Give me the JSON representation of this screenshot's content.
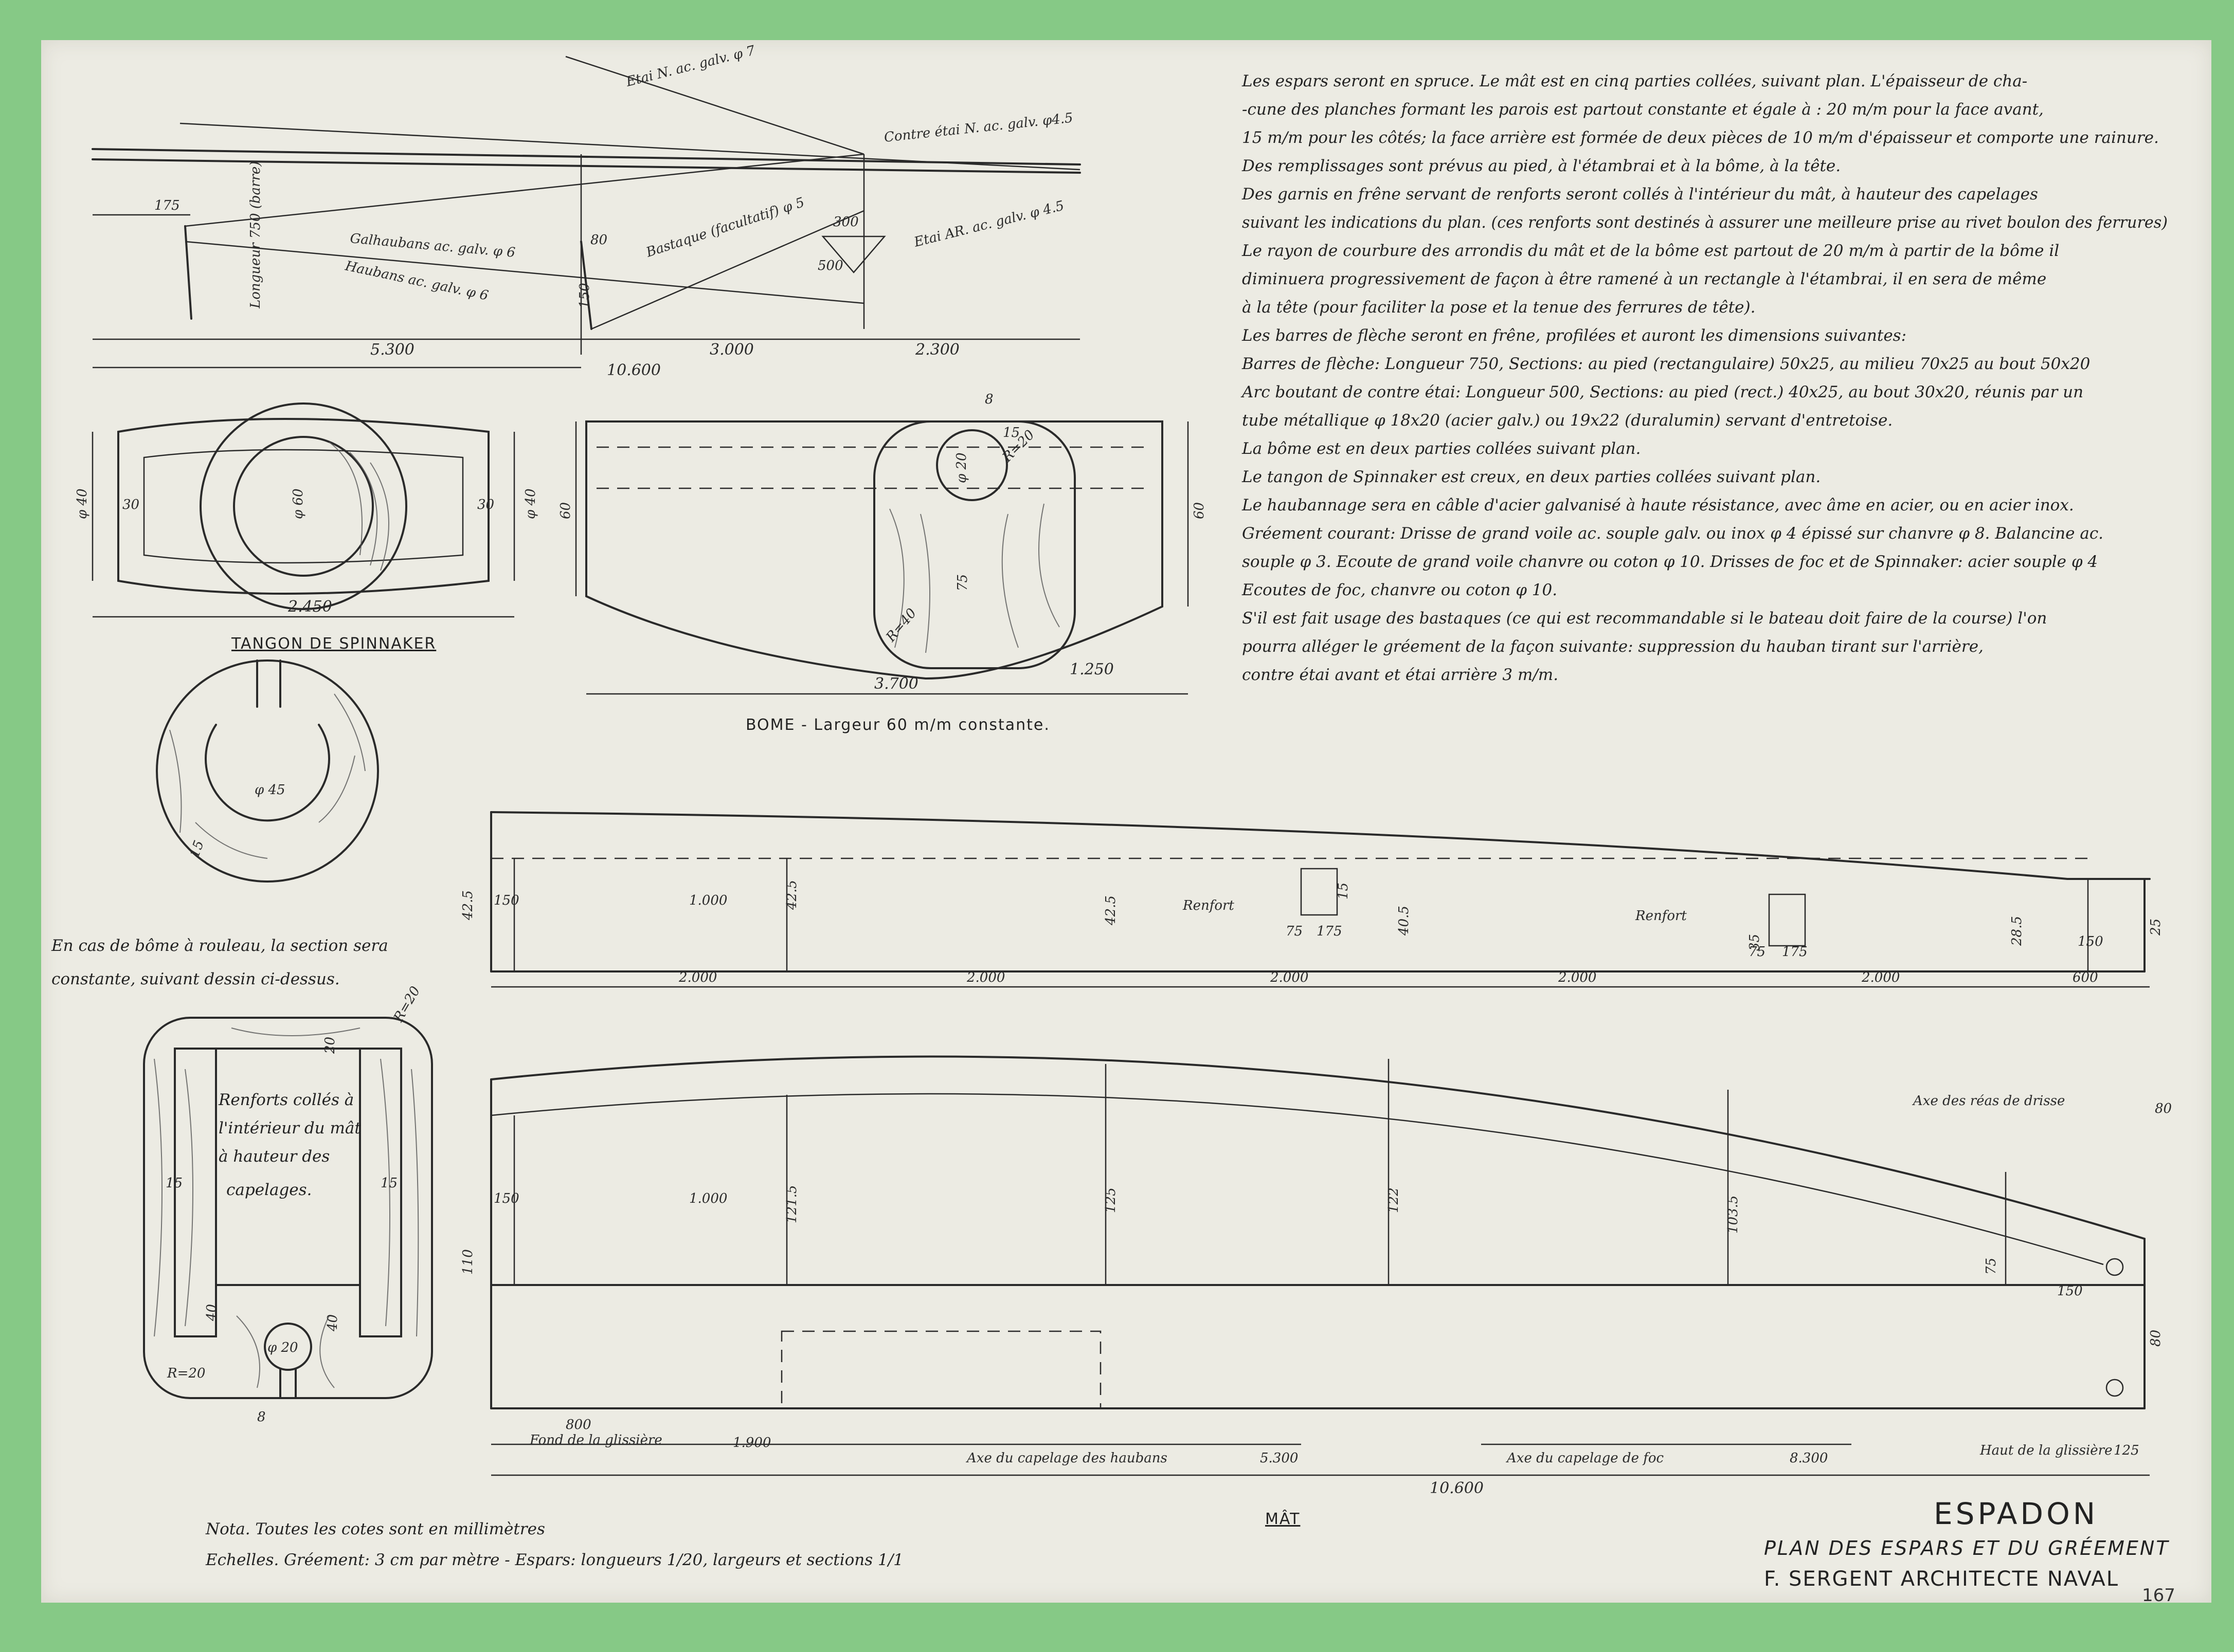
{
  "colors": {
    "paper": "#ecebe3",
    "border": "#86c986",
    "ink": "#2a2a2a"
  },
  "rigging": {
    "label_forestay": "Etai N. ac. galv. φ 7",
    "label_inner_forestay": "Contre étai N. ac. galv. φ4.5",
    "label_backstay": "Etai AR. ac. galv. φ 4.5",
    "label_runner": "Bastaque (facultatif) φ 5",
    "label_upper_shroud": "Galhaubans ac. galv. φ 6",
    "label_lower_shroud": "Haubans ac. galv. φ 6",
    "label_spreader": "Longueur 750 (barre)",
    "dim_175": "175",
    "dim_300": "300",
    "dim_500": "500",
    "dim_150": "150",
    "dim_80": "80",
    "dim_5300": "5.300",
    "dim_3000": "3.000",
    "dim_2300": "2.300",
    "dim_10600": "10.600"
  },
  "tangon": {
    "caption": "TANGON DE SPINNAKER",
    "dim_length": "2.450",
    "dim_left": "φ 40",
    "dim_right": "φ 40",
    "dim_left_small": "30",
    "dim_right_small": "30",
    "dim_center": "φ 60",
    "dim_section": "φ 45",
    "dim_section_small": "15"
  },
  "bome": {
    "caption": "BOME - Largeur 60 m/m constante.",
    "dim_length": "3.700",
    "dim_right": "1.250",
    "dim_height_left": "60",
    "dim_height_right": "60",
    "dim_hole": "φ 20",
    "dim_r20": "R=20",
    "dim_r40": "R=40",
    "dim_8": "8",
    "dim_15": "15",
    "dim_75": "75"
  },
  "roller_note": {
    "line1": "En cas de bôme à rouleau, la section sera",
    "line2": "constante, suivant dessin ci-dessus."
  },
  "mast_section": {
    "label1": "Renforts collés à",
    "label2": "l'intérieur du mât",
    "label3": "à hauteur des",
    "label4": "capelages.",
    "dim_r20_top": "R=20",
    "dim_r20_bottom": "R=20",
    "dim_hole": "φ 20",
    "dim_15_left": "15",
    "dim_15_right": "15",
    "dim_40a": "40",
    "dim_40b": "40",
    "dim_8": "8",
    "dim_20": "20"
  },
  "spec_notes": [
    "Les espars seront en spruce. Le mât est en cinq parties collées, suivant plan. L'épaisseur de cha-",
    "-cune des planches formant les parois est partout constante et égale à : 20 m/m pour la face avant,",
    "15 m/m pour les côtés; la face arrière est formée de deux pièces de 10 m/m d'épaisseur et comporte une rainure.",
    "Des remplissages sont prévus au pied, à l'étambrai et à la bôme, à la tête.",
    "Des garnis en frêne servant de renforts seront collés à l'intérieur du mât, à hauteur des capelages",
    "suivant les indications du plan. (ces renforts sont destinés à assurer une meilleure prise au rivet boulon des ferrures)",
    "Le rayon de courbure des arrondis du mât et de la bôme est partout de 20 m/m à partir de la bôme il",
    "diminuera progressivement de façon à être ramené à un rectangle à l'étambrai, il en sera de même",
    "à la tête (pour faciliter la pose et la tenue des ferrures de tête).",
    "Les barres de flèche seront en frêne, profilées et auront les dimensions suivantes:",
    "Barres de flèche: Longueur 750, Sections: au pied (rectangulaire) 50x25, au milieu 70x25 au bout 50x20",
    "Arc boutant de contre étai: Longueur 500, Sections: au pied (rect.) 40x25, au bout 30x20, réunis par un",
    "tube métallique φ 18x20 (acier galv.) ou 19x22 (duralumin) servant d'entretoise.",
    "La bôme est en deux parties collées suivant plan.",
    "Le tangon de Spinnaker est creux, en deux parties collées suivant plan.",
    "Le haubannage sera en câble d'acier galvanisé à haute résistance, avec âme en acier, ou en acier inox.",
    "Gréement courant: Drisse de grand voile ac. souple galv. ou inox φ 4 épissé sur chanvre φ 8. Balancine ac.",
    "souple φ 3. Ecoute de grand voile chanvre ou coton φ 10. Drisses de foc et de Spinnaker: acier souple φ 4",
    "Ecoutes de foc, chanvre ou coton φ 10.",
    "S'il est fait usage des bastaques (ce qui est recommandable si le bateau doit faire de la course) l'on",
    "pourra alléger le gréement de la façon suivante: suppression du hauban tirant sur l'arrière,",
    "contre étai avant et étai arrière 3 m/m."
  ],
  "mast": {
    "caption": "MÂT",
    "label_renfort_1": "Renfort",
    "label_renfort_2": "Renfort",
    "label_axe_reas": "Axe des réas de drisse",
    "label_fond": "Fond de la glissière",
    "label_haut": "Haut de la glissière",
    "label_axe_haubans": "Axe du capelage des haubans",
    "label_axe_foc": "Axe du capelage de foc",
    "dim_42_5_a": "42.5",
    "dim_42_5_b": "42.5",
    "dim_42_5_c": "42.5",
    "dim_40_5": "40.5",
    "dim_35": "35",
    "dim_28_5": "28.5",
    "dim_25": "25",
    "dim_15": "15",
    "dim_150_a": "150",
    "dim_150_b": "150",
    "dim_150_c": "150",
    "dim_150_d": "150",
    "dim_1000_a": "1.000",
    "dim_1000_b": "1.000",
    "dim_2000_a": "2.000",
    "dim_2000_b": "2.000",
    "dim_2000_c": "2.000",
    "dim_2000_d": "2.000",
    "dim_2000_e": "2.000",
    "dim_600": "600",
    "dim_75_a": "75",
    "dim_75_b": "75",
    "dim_75_c": "75",
    "dim_175_a": "175",
    "dim_175_b": "175",
    "dim_121_5": "121.5",
    "dim_125": "125",
    "dim_122": "122",
    "dim_103_5": "103.5",
    "dim_110": "110",
    "dim_80_a": "80",
    "dim_80_b": "80",
    "dim_800": "800",
    "dim_1900": "1.900",
    "dim_5300": "5.300",
    "dim_8300": "8.300",
    "dim_10600": "10.600",
    "dim_125_end": "125"
  },
  "footer": {
    "nota": "Nota. Toutes les cotes sont en millimètres",
    "scales": "Echelles. Gréement: 3 cm par mètre - Espars: longueurs 1/20, largeurs et sections 1/1"
  },
  "title_block": {
    "name": "ESPADON",
    "subtitle": "PLAN DES ESPARS ET DU GRÉEMENT",
    "architect": "F. SERGENT ARCHITECTE NAVAL",
    "sheet_number": "167"
  }
}
